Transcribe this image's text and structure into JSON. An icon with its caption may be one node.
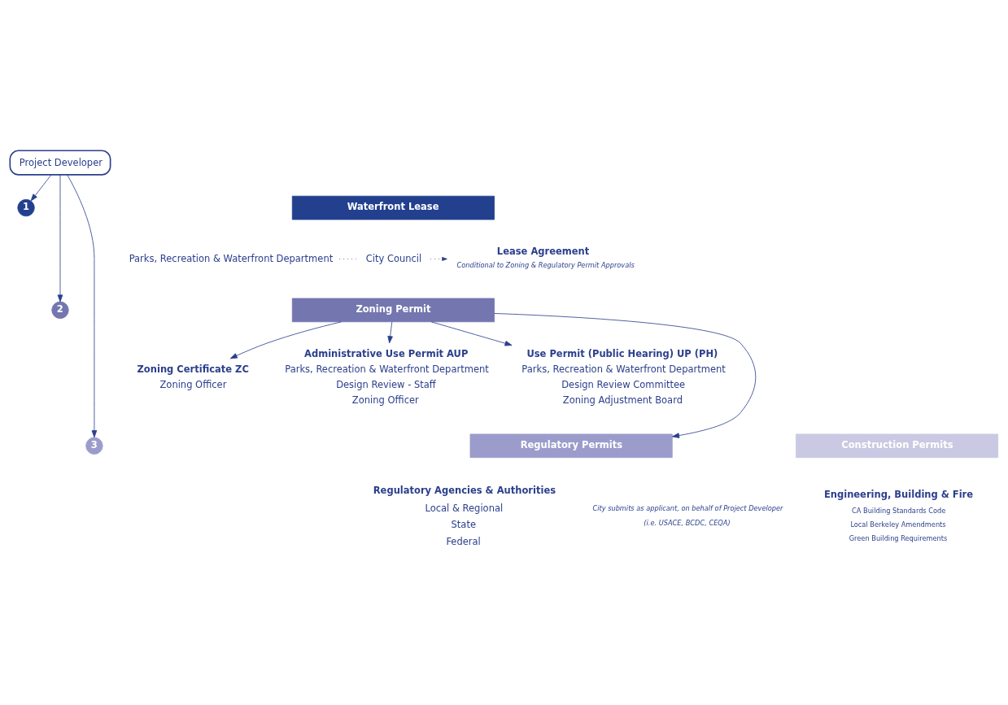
{
  "diagram": {
    "nodes": [
      {
        "text": [
          "Project Developer"
        ]
      },
      {
        "text": [
          "1"
        ]
      },
      {
        "text": [
          "Waterfront Lease"
        ]
      },
      {
        "text": [
          "Parks, Recreation & Waterfront Department"
        ]
      },
      {
        "text": [
          "City Council"
        ]
      },
      {
        "text": [
          "Lease Agreement",
          "Conditional to Zoning & Regulatory Permit Approvals"
        ]
      },
      {
        "text": [
          "2"
        ]
      },
      {
        "text": [
          "Zoning Permit"
        ]
      },
      {
        "text": [
          "Zoning Certificate ZC",
          "Zoning Officer"
        ]
      },
      {
        "text": [
          "Administrative Use Permit AUP",
          "Parks, Recreation & Waterfront Department",
          "Design Review - Staff",
          "Zoning Officer"
        ]
      },
      {
        "text": [
          "Use Permit (Public Hearing) UP (PH)",
          "Parks, Recreation & Waterfront Department",
          "Design Review Committee",
          "Zoning Adjustment Board"
        ]
      },
      {
        "text": [
          "3"
        ]
      },
      {
        "text": [
          "Regulatory Permits"
        ]
      },
      {
        "text": [
          "Construction Permits"
        ]
      }
    ],
    "edges": [
      {
        "from": 0,
        "to": 1,
        "arrow": "to"
      },
      {
        "from": 3,
        "to": 4,
        "arrow": "none",
        "style": "dashed"
      },
      {
        "from": 4,
        "to": 5,
        "arrow": "to",
        "style": "dashed"
      },
      {
        "from": 0,
        "to": 6,
        "arrow": "to"
      },
      {
        "from": 7,
        "to": 8,
        "arrow": "to"
      },
      {
        "from": 7,
        "to": 9,
        "arrow": "to"
      },
      {
        "from": 7,
        "to": 10,
        "arrow": "to"
      },
      {
        "from": 7,
        "to": 12,
        "arrow": "to"
      },
      {
        "from": 0,
        "to": 11,
        "arrow": "to"
      }
    ],
    "labels": [
      "Regulatory Agencies & Authorities",
      "Local & Regional",
      "State",
      "Federal",
      "City submits as applicant, on behalf of Project Developer",
      "(i.e. USACE, BCDC, CEQA)",
      "Engineering, Building & Fire",
      "CA Building Standards Code",
      "Local Berkeley Amendments",
      "Green Building Requirements"
    ]
  }
}
